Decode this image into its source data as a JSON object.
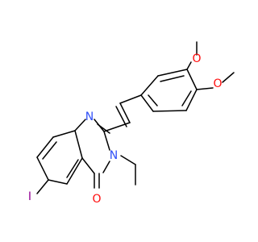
{
  "molecule": {
    "atoms": [
      {
        "id": "O1",
        "text": "O",
        "color": "#ff0d0d"
      },
      {
        "id": "O2",
        "text": "O",
        "color": "#ff0d0d"
      },
      {
        "id": "O3",
        "text": "O",
        "color": "#ff0d0d"
      },
      {
        "id": "N1",
        "text": "N",
        "color": "#3050f8"
      },
      {
        "id": "N2",
        "text": "N",
        "color": "#3050f8"
      },
      {
        "id": "I1",
        "text": "I",
        "color": "#940094"
      }
    ],
    "bond_color": "#000000",
    "background": "#ffffff"
  }
}
